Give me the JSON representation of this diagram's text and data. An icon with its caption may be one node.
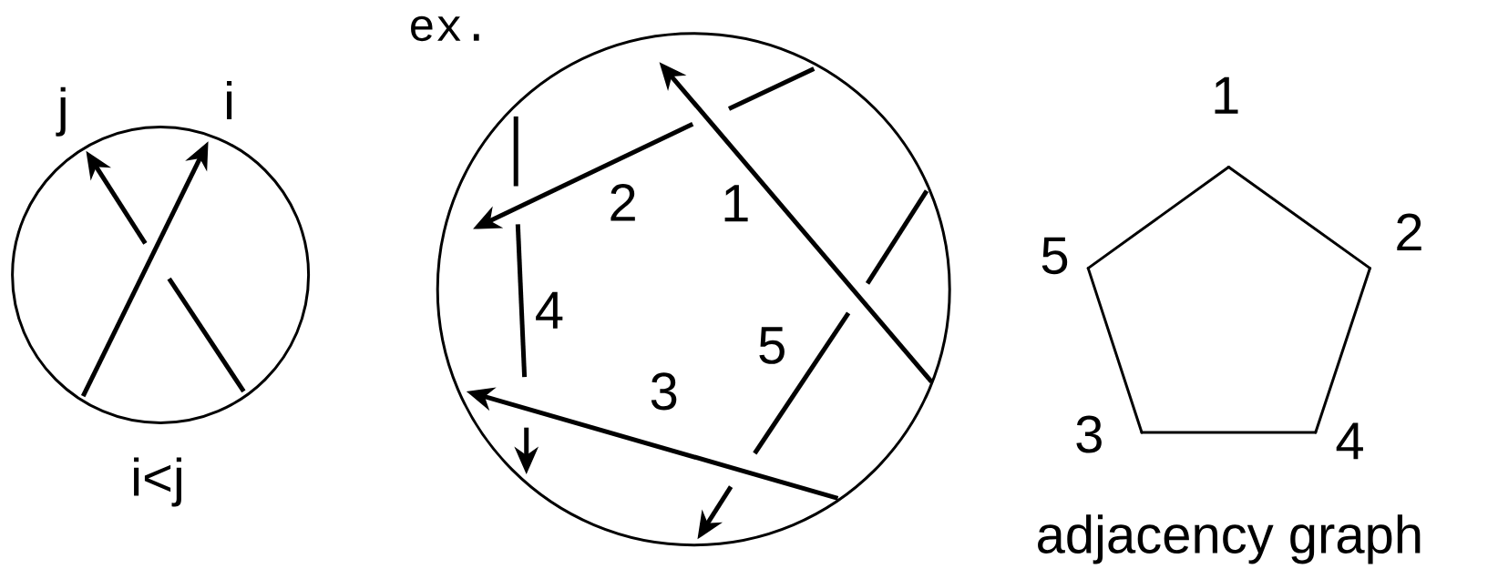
{
  "diagram": {
    "nodes": [
      {
        "text": [],
        "shape": "vertex",
        "beside": [
          "1"
        ]
      },
      {
        "text": [],
        "shape": "vertex",
        "beside": [
          "5"
        ]
      },
      {
        "text": [],
        "shape": "vertex",
        "beside": [
          "2"
        ]
      },
      {
        "text": [],
        "shape": "vertex",
        "beside": [
          "3"
        ]
      },
      {
        "text": [],
        "shape": "vertex",
        "beside": [
          "4"
        ]
      }
    ],
    "edges": [
      {
        "from": 0,
        "to": 2,
        "arrow": "none"
      },
      {
        "from": 2,
        "to": 4,
        "arrow": "none"
      },
      {
        "from": 4,
        "to": 3,
        "arrow": "none"
      },
      {
        "from": 3,
        "to": 1,
        "arrow": "none"
      },
      {
        "from": 1,
        "to": 0,
        "arrow": "none"
      }
    ],
    "labels": [
      "ex.",
      "j",
      "i",
      "2",
      "1",
      "4",
      "5",
      "3",
      "i<j",
      "adjacency graph"
    ]
  }
}
